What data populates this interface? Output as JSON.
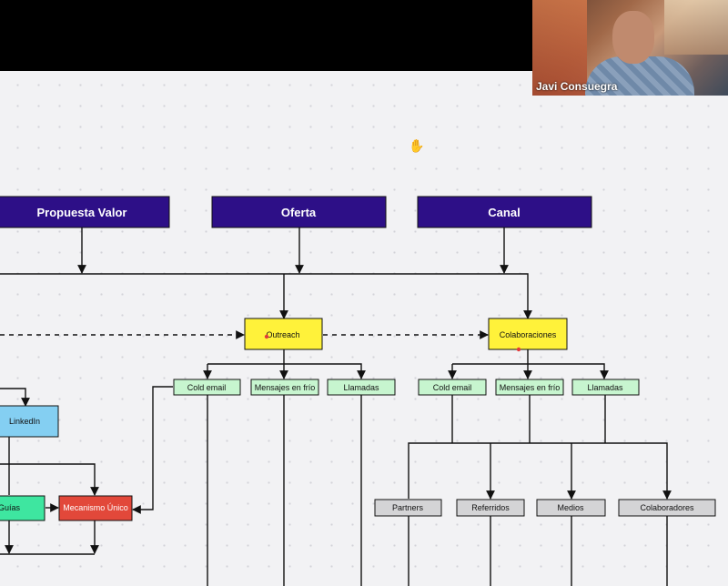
{
  "video": {
    "participant_name": "Javi Consuegra"
  },
  "icons": {
    "cursor": "hand-cursor-icon"
  },
  "colors": {
    "header_box": "#2d0f87",
    "yellow_box": "#fff23a",
    "green_box": "#c7f5cf",
    "gray_box": "#d4d4d6",
    "blue_box": "#84cff2",
    "teal_box": "#3ee6a0",
    "red_box": "#e2483a"
  },
  "diagram": {
    "headers": [
      {
        "id": "propuesta",
        "label": "Propuesta Valor"
      },
      {
        "id": "oferta",
        "label": "Oferta"
      },
      {
        "id": "canal",
        "label": "Canal"
      }
    ],
    "main_nodes": [
      {
        "id": "outreach",
        "label": "Outreach"
      },
      {
        "id": "colaboraciones",
        "label": "Colaboraciones"
      }
    ],
    "outreach_children": [
      "Cold email",
      "Mensajes en frío",
      "Llamadas"
    ],
    "colaboraciones_children": [
      "Cold email",
      "Mensajes en frío",
      "Llamadas"
    ],
    "partner_nodes": [
      "Partners",
      "Referridos",
      "Medios",
      "Colaboradores"
    ],
    "left_nodes": [
      {
        "id": "linkedin",
        "label": "LinkedIn"
      },
      {
        "id": "guias",
        "label": "Guías"
      },
      {
        "id": "mecanismo",
        "label": "Mecanismo Único"
      }
    ]
  }
}
